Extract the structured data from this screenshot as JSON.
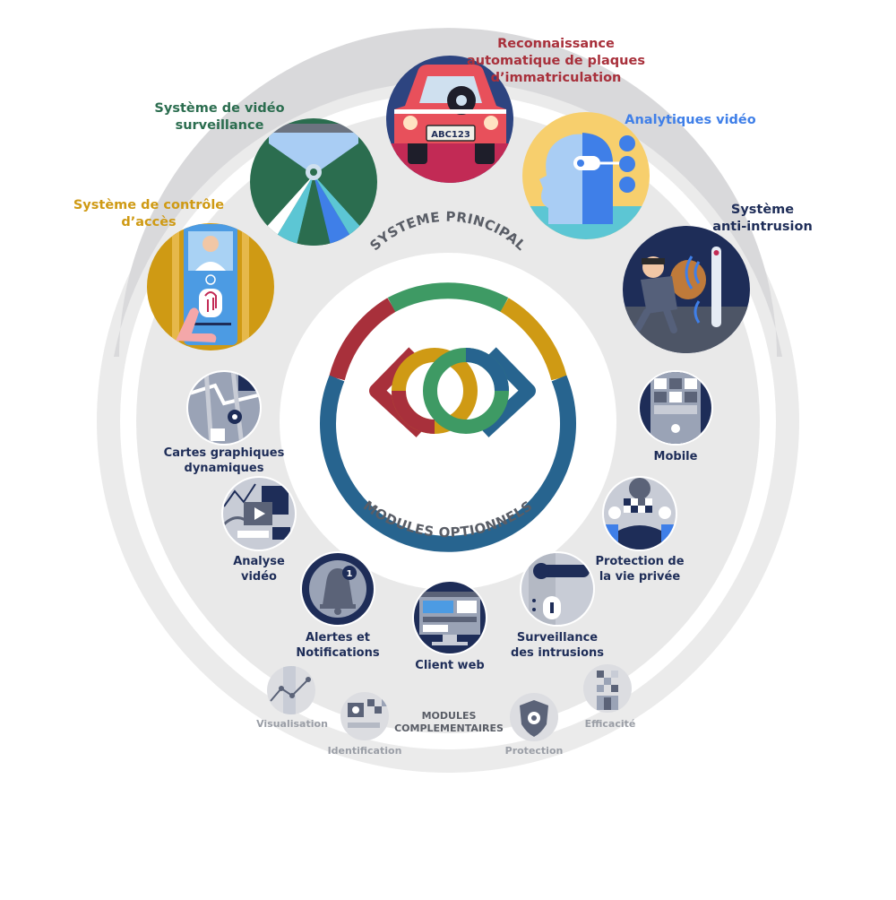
{
  "center": {
    "top_label": "SYSTEME PRINCIPAL",
    "bottom_label": "MODULES OPTIONNELS"
  },
  "main_modules": [
    {
      "label": "Reconnaissance\nautomatique de plaques\nd’immatriculation",
      "color": "#a8303b",
      "icon": "license-plate-car-icon",
      "plate_text": "ABC123"
    },
    {
      "label": "Analytiques vidéo",
      "color": "#3f7fe8",
      "icon": "ai-head-analytics-icon"
    },
    {
      "label": "Système\nanti-intrusion",
      "color": "#1e2d58",
      "icon": "burglar-sensor-icon"
    },
    {
      "label": "Système de contrôle\nd’accès",
      "color": "#cf9a14",
      "icon": "fingerprint-badge-icon"
    },
    {
      "label": "Système de vidéo\nsurveillance",
      "color": "#2b6d4f",
      "icon": "camera-tunnel-icon"
    }
  ],
  "optional_modules": [
    {
      "label": "Cartes graphiques\ndynamiques",
      "icon": "map-pin-icon"
    },
    {
      "label": "Mobile",
      "icon": "mobile-phone-icon"
    },
    {
      "label": "Analyse\nvidéo",
      "icon": "video-analysis-icon"
    },
    {
      "label": "Protection de\nla vie privée",
      "icon": "privacy-blur-icon"
    },
    {
      "label": "Alertes et\nNotifications",
      "icon": "bell-notification-icon",
      "badge": "1"
    },
    {
      "label": "Client web",
      "icon": "web-browser-icon"
    },
    {
      "label": "Surveillance\ndes intrusions",
      "icon": "door-handle-icon"
    }
  ],
  "complementary": {
    "title": "MODULES\nCOMPLEMENTAIRES",
    "items": [
      {
        "label": "Visualisation",
        "icon": "line-chart-icon"
      },
      {
        "label": "Identification",
        "icon": "id-card-icon"
      },
      {
        "label": "Protection",
        "icon": "shield-eye-icon"
      },
      {
        "label": "Efficacité",
        "icon": "grid-blocks-icon"
      }
    ]
  },
  "colors": {
    "red": "#a8303b",
    "green": "#3e9a64",
    "gold": "#cf9a14",
    "blue": "#27648f",
    "navy": "#1e2d58",
    "ring_light": "#ebebeb",
    "ring_mid": "#dcdcdc",
    "label_grey": "#9a9ea6"
  }
}
